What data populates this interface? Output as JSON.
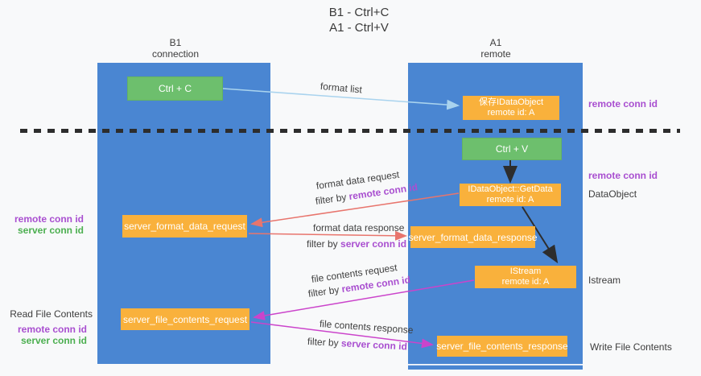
{
  "title": {
    "line1": "B1 - Ctrl+C",
    "line2": "A1 - Ctrl+V"
  },
  "lanes": {
    "left": {
      "name": "B1",
      "role": "connection"
    },
    "right": {
      "name": "A1",
      "role": "remote"
    }
  },
  "boxes": {
    "ctrl_c": {
      "label": "Ctrl + C"
    },
    "save_dataobject": {
      "line1": "保存IDataObject",
      "line2": "remote id: A"
    },
    "ctrl_v": {
      "label": "Ctrl + V"
    },
    "getdata": {
      "line1": "IDataObject::GetData",
      "line2": "remote id: A"
    },
    "istream": {
      "line1": "IStream",
      "line2": "remote id: A"
    },
    "server_format_data_request": {
      "label": "server_format_data_request"
    },
    "server_format_data_response": {
      "label": "server_format_data_response"
    },
    "server_file_contents_request": {
      "label": "server_file_contents_request"
    },
    "server_file_contents_response": {
      "label": "server_file_contents_response"
    }
  },
  "arrow_labels": {
    "format_list": "format list",
    "format_data_request": "format data request",
    "format_data_response": "format data response",
    "file_contents_request": "file contents request",
    "file_contents_response": "file contents response",
    "filter_by": "filter by ",
    "remote_conn_id": "remote conn id",
    "server_conn_id": "server conn id"
  },
  "side_labels": {
    "remote_conn_id": "remote conn id",
    "server_conn_id": "server conn id",
    "dataobject": "DataObject",
    "istream": "Istream",
    "read_file_contents": "Read File Contents",
    "write_file_contents": "Write File Contents"
  },
  "colors": {
    "lane_blue": "#4a86d2",
    "box_orange": "#f9b13c",
    "box_green": "#6dbf6d",
    "arrow_salmon": "#e8756d",
    "arrow_magenta": "#cb44cb",
    "arrow_lightblue": "#a9d3ee",
    "arrow_black": "#2d2d2d",
    "label_purple": "#a94fd0",
    "label_green": "#4caf50"
  }
}
